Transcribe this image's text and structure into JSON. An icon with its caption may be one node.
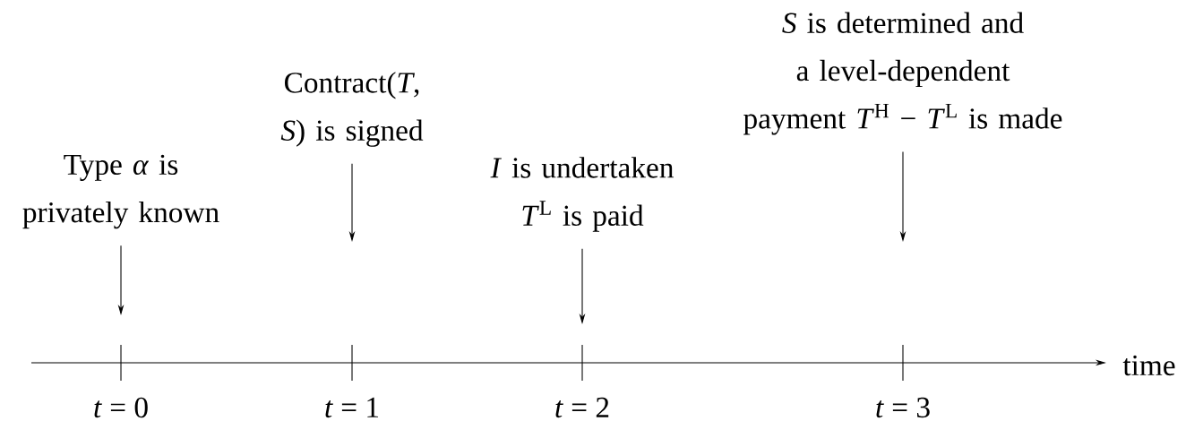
{
  "diagram": {
    "nodes": [
      {
        "text": [
          "Type *α* is privately known"
        ]
      },
      {
        "text": [
          "Contract(*T*, *S*) is signed"
        ]
      },
      {
        "text": [
          "*I* is undertaken *T*$^{L}$ is paid"
        ]
      },
      {
        "text": [
          "*S* is determined and a level-dependent payment *T*$^{H}$ − *T*$^{L}$ is made"
        ]
      }
    ],
    "edges": [
      {
        "from": 0,
        "to": null,
        "arrow": "to"
      },
      {
        "from": 1,
        "to": null,
        "arrow": "to"
      },
      {
        "from": 2,
        "to": null,
        "arrow": "to"
      },
      {
        "from": 3,
        "to": null,
        "arrow": "to"
      }
    ],
    "labels": [
      "time",
      "*t* = 0",
      "*t* = 1",
      "*t* = 2",
      "*t* = 3"
    ]
  }
}
